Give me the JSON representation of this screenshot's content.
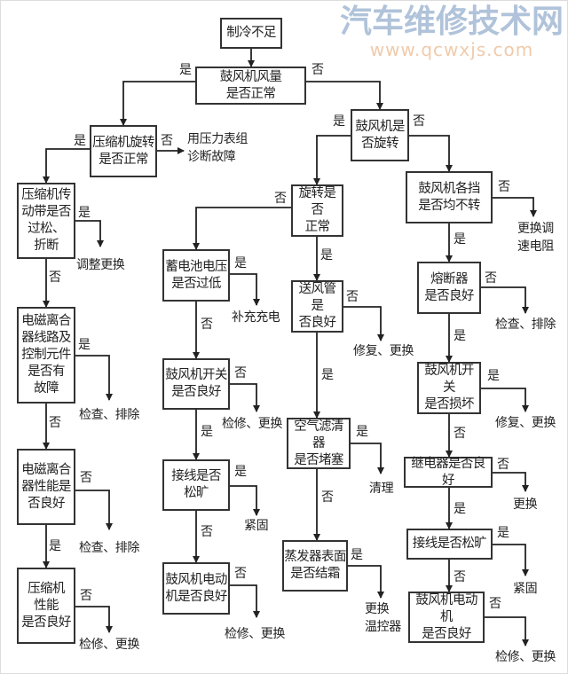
{
  "branch": {
    "yes": "是",
    "no": "否"
  },
  "nodes": {
    "root": "制冷不足",
    "q1": "鼓风机风量\n是否正常",
    "q2": "压缩机旋转\n是否正常",
    "q3": "鼓风机是\n否旋转",
    "l1": "压缩机传\n动带是否\n过松、\n折断",
    "l2": "电磁离合\n器线路及\n控制元件\n是否有\n故障",
    "l3": "电磁离合\n器性能是\n否良好",
    "l4": "压缩机\n性能\n是否良好",
    "m0": "旋转是否\n正常",
    "a1": "蓄电池电压\n是否过低",
    "a2": "鼓风机开关\n是否良好",
    "a3": "接线是否\n松旷",
    "a4": "鼓风机电动\n机是否良好",
    "m1": "送风管是\n否良好",
    "m2": "空气滤清器\n是否堵塞",
    "m3": "蒸发器表面\n是否结霜",
    "r0": "鼓风机各挡\n是否均不转",
    "r1": "熔断器\n是否良好",
    "r2": "鼓风机开关\n是否损坏",
    "r3": "继电器是否良好",
    "r4": "接线是否松旷",
    "r5": "鼓风机电动机\n是否良好"
  },
  "outcomes": {
    "q2": "用压力表组\n诊断故障",
    "l1": "调整更换",
    "l2": "检查、排除",
    "l3": "检查、排除",
    "l4": "检修、更换",
    "a1": "补充充电",
    "a2": "检修、更换",
    "a3": "紧固",
    "a4": "检修、更换",
    "m1": "修复、更换",
    "m2": "清理",
    "m3": "更换\n温控器",
    "r0": "更换调\n速电阻",
    "r1": "检查、排除",
    "r2": "修复、更换",
    "r3": "更换",
    "r4": "紧固",
    "r5": "检修、更换"
  },
  "watermark": {
    "name": "汽车维修技术网",
    "url": "www.qcwxjs.com"
  }
}
